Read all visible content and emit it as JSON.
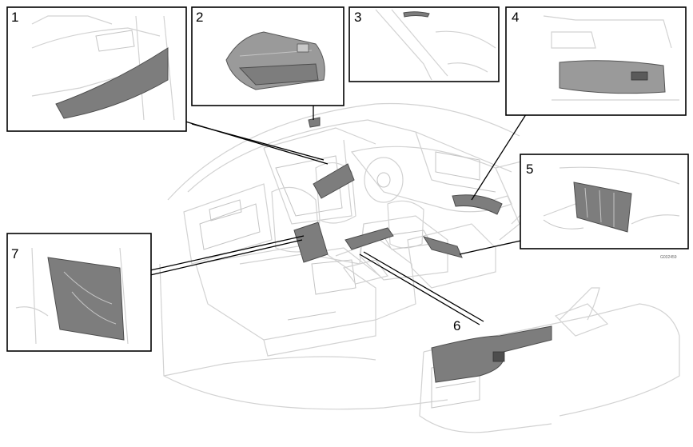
{
  "diagram": {
    "callouts": [
      {
        "id": "1",
        "label": "1"
      },
      {
        "id": "2",
        "label": "2"
      },
      {
        "id": "3",
        "label": "3"
      },
      {
        "id": "4",
        "label": "4"
      },
      {
        "id": "5",
        "label": "5"
      },
      {
        "id": "6",
        "label": "6"
      },
      {
        "id": "7",
        "label": "7"
      }
    ],
    "figure_code": "G032459"
  },
  "colors": {
    "line_art": "#d2d2d2",
    "highlight": "#7d7d7d",
    "frame": "#000000"
  }
}
